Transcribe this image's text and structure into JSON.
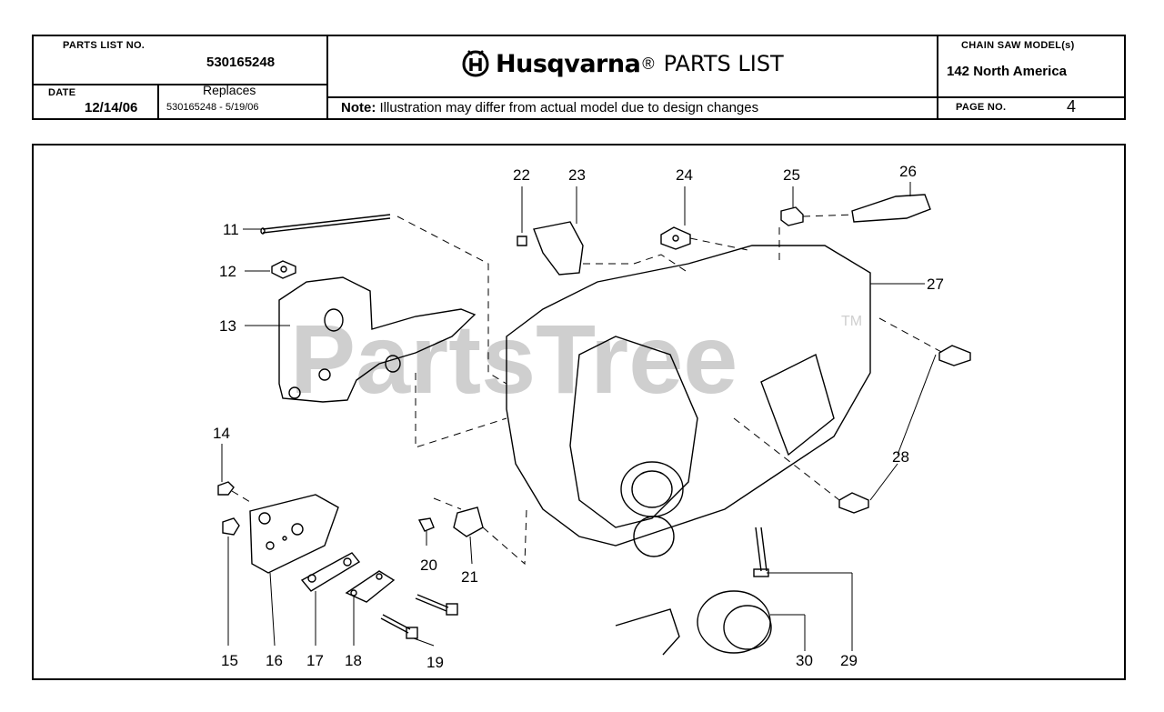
{
  "header": {
    "parts_list_no_label": "PARTS LIST NO.",
    "parts_list_no": "530165248",
    "date_label": "DATE",
    "date": "12/14/06",
    "replaces_label": "Replaces",
    "replaces": "530165248 - 5/19/06",
    "brand": "Husqvarna",
    "registered": "®",
    "title": "PARTS LIST",
    "note_label": "Note:",
    "note": "Illustration may differ from actual model due to design changes",
    "model_label": "CHAIN SAW MODEL(s)",
    "model": "142 North America",
    "page_label": "PAGE  NO.",
    "page_no": "4"
  },
  "diagram": {
    "watermark": "PartsTree",
    "watermark_tm": "TM",
    "callouts": [
      "11",
      "12",
      "13",
      "14",
      "15",
      "16",
      "17",
      "18",
      "19",
      "20",
      "21",
      "22",
      "23",
      "24",
      "25",
      "26",
      "27",
      "28",
      "29",
      "30"
    ]
  },
  "colors": {
    "ink": "#000000",
    "watermark": "#c8c8c8",
    "paper": "#ffffff"
  }
}
